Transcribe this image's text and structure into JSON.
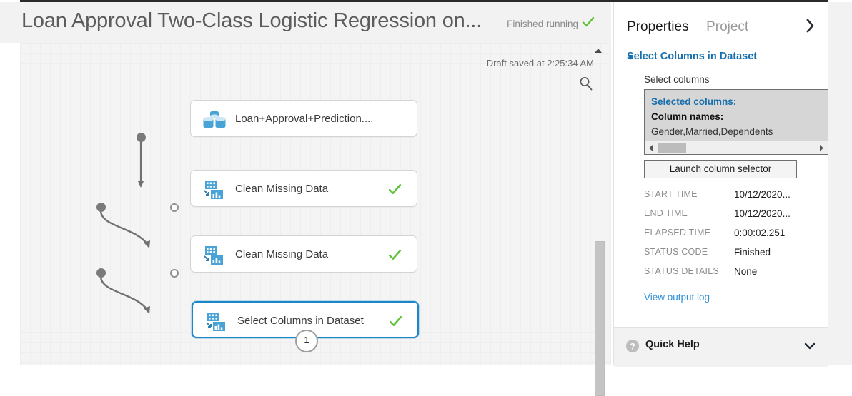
{
  "header": {
    "experiment_title": "Loan Approval Two-Class Logistic Regression on...",
    "run_status": "Finished running",
    "run_status_icon": "check-icon",
    "status_color": "#5ec23a"
  },
  "canvas": {
    "draft_saved": "Draft saved at 2:25:34 AM",
    "zoom_icon": "magnifier-icon",
    "scroll_up_icon": "caret-up-icon",
    "nodes": [
      {
        "label": "Loan+Approval+Prediction....",
        "icon": "dataset-icon",
        "status": "",
        "selected": false,
        "badge": ""
      },
      {
        "label": "Clean Missing Data",
        "icon": "transform-data-icon",
        "status": "check-icon",
        "selected": false,
        "badge": ""
      },
      {
        "label": "Clean Missing Data",
        "icon": "transform-data-icon",
        "status": "check-icon",
        "selected": false,
        "badge": ""
      },
      {
        "label": "Select Columns in Dataset",
        "icon": "transform-data-icon",
        "status": "check-icon",
        "selected": true,
        "badge": "1"
      }
    ]
  },
  "properties": {
    "tabs": [
      {
        "label": "Properties",
        "active": true
      },
      {
        "label": "Project",
        "active": false
      }
    ],
    "collapse_icon": "chevron-right-icon",
    "section": {
      "title": "Select Columns in Dataset",
      "caret_icon": "caret-down-icon",
      "field_label": "Select columns",
      "selected_columns_heading": "Selected columns:",
      "column_names_heading": "Column names:",
      "column_names_value": "Gender,Married,Dependents",
      "launch_button": "Launch column selector"
    },
    "meta": [
      {
        "key": "START TIME",
        "value": "10/12/2020..."
      },
      {
        "key": "END TIME",
        "value": "10/12/2020..."
      },
      {
        "key": "ELAPSED TIME",
        "value": "0:00:02.251"
      },
      {
        "key": "STATUS CODE",
        "value": "Finished"
      },
      {
        "key": "STATUS DETAILS",
        "value": "None"
      }
    ],
    "output_log_link": "View output log",
    "quick_help": {
      "label": "Quick Help",
      "icon": "question-circle-icon",
      "caret_icon": "chevron-down-icon"
    }
  },
  "theme": {
    "accent_blue": "#176fad",
    "link_blue": "#2f8fd8",
    "node_blue": "#1b86c8",
    "check_green": "#5ec23a",
    "icon_blue": "#3e9bd4"
  }
}
